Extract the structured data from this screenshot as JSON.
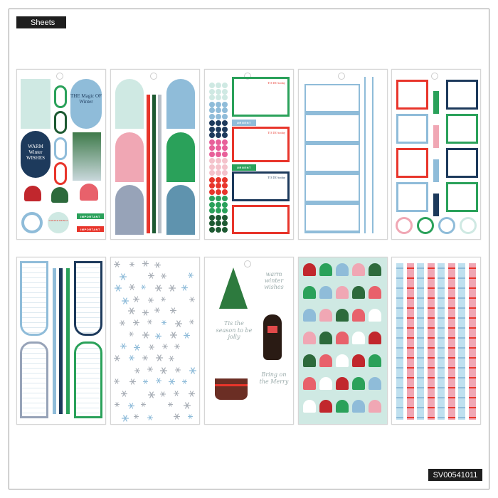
{
  "header": {
    "label": "Sheets"
  },
  "footer": {
    "sku": "SV00541011"
  },
  "colors": {
    "red": "#e8352b",
    "green": "#2aa15a",
    "navy": "#1d3a5c",
    "lightblue": "#8fbcd9",
    "pink": "#f0a7b4",
    "mint": "#cfe9e3"
  },
  "sheets": [
    {
      "name": "tags-sheet",
      "texts": {
        "magic": "THE Magic OF Winter",
        "warm": "WARM Winter WISHES",
        "things": "WINTER THINGS",
        "important1": "IMPORTANT",
        "important2": "IMPORTANT"
      }
    },
    {
      "name": "arch-sheet"
    },
    {
      "name": "todo-sheet",
      "texts": {
        "todo1": "TO DO today",
        "todo2": "TO DO today",
        "todo3": "TO DO today",
        "urgent1": "URGENT",
        "urgent2": "URGENT"
      }
    },
    {
      "name": "notes-sheet"
    },
    {
      "name": "boxes-sheet"
    },
    {
      "name": "lists-sheet"
    },
    {
      "name": "snowflake-sheet"
    },
    {
      "name": "quotes-sheet",
      "texts": {
        "q1": "warm winter wishes",
        "q2": "Tis the season to be jolly",
        "q3": "Bring on the Merry"
      }
    },
    {
      "name": "hats-sheet"
    },
    {
      "name": "washi-sheet"
    }
  ]
}
